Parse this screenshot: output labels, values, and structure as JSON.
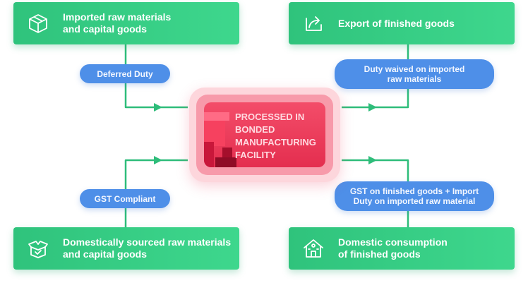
{
  "center": {
    "label": "PROCESSED IN\nBONDED\nMANUFACTURING\nFACILITY"
  },
  "boxes": {
    "top_left": {
      "label": "Imported raw materials\nand capital goods",
      "icon": "box-icon"
    },
    "top_right": {
      "label": "Export of finished goods",
      "icon": "export-arrow-icon"
    },
    "bottom_left": {
      "label": "Domestically sourced raw materials\nand capital goods",
      "icon": "open-box-check-icon"
    },
    "bottom_right": {
      "label": "Domestic consumption\nof finished goods",
      "icon": "house-icon"
    }
  },
  "pills": {
    "deferred_duty": "Deferred Duty",
    "duty_waived": "Duty waived on imported\nraw materials",
    "gst_compliant": "GST Compliant",
    "gst_finished": "GST on finished goods + Import\nDuty on imported raw material"
  },
  "colors": {
    "green": "#34c985",
    "blue_pill": "#4e8fe8",
    "red_center": "#e83a5a",
    "pink_halo": "#fdd6dc"
  }
}
